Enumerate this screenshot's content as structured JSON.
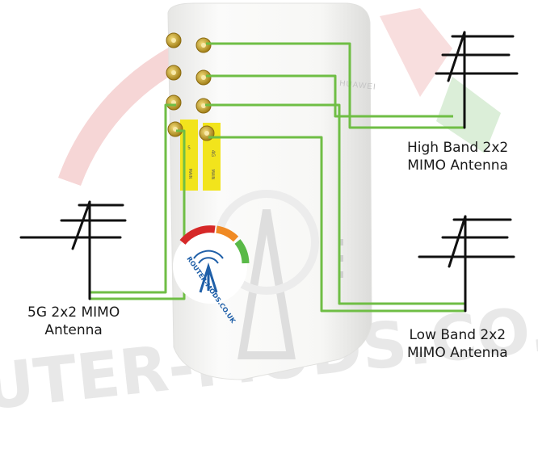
{
  "labels": {
    "high_band": {
      "line1": "High Band 2x2",
      "line2": "MIMO Antenna"
    },
    "low_band": {
      "line1": "Low Band 2x2",
      "line2": "MIMO Antenna"
    },
    "fiveg": {
      "line1": "5G 2x2 MIMO",
      "line2": "Antenna"
    }
  },
  "router": {
    "brand": "HUAWEI",
    "port_tags": [
      {
        "line1": "5",
        "line2": "MAIN"
      },
      {
        "line1": "4G",
        "line2": "MAIN"
      }
    ]
  },
  "logo": {
    "text": "ROUTER-MODS.CO.UK"
  },
  "watermark": {
    "text": "ROUTER-MODS.CO.UK"
  },
  "colors": {
    "cable": "#6fbe45",
    "antenna": "#111111",
    "connector": "#c9a227",
    "tag": "#f2e41c",
    "router_body": "#f4f4f2",
    "watermark_red": "#f3c9c9",
    "watermark_gray": "#e9e9e9",
    "watermark_green": "#d9edd6"
  }
}
